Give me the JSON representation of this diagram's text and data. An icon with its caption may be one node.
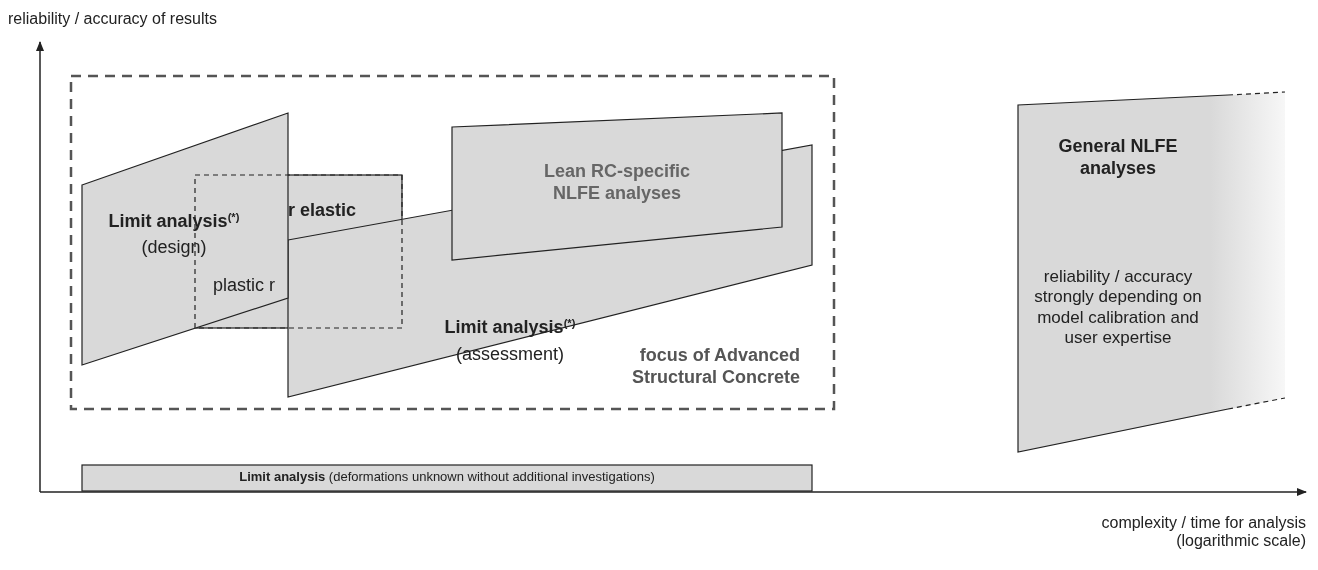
{
  "diagram": {
    "nodes": [
      {
        "text": [
          "focus of Advanced Structural Concrete"
        ]
      },
      {
        "text": [
          "Limit analysis$^{(*)}$",
          "(design)"
        ],
        "in": 0
      },
      {
        "text": [
          "r elastic",
          "plastic r"
        ],
        "in": 0
      },
      {
        "text": [
          "Limit analysis$^{(*)}$",
          "(assessment)"
        ],
        "in": 0
      },
      {
        "text": [
          "Lean RC-specific NLFE analyses"
        ],
        "in": 0
      },
      {
        "text": [
          "General NLFE analyses",
          "reliability / accuracy strongly depending on model calibration and user expertise"
        ]
      },
      {
        "text": [
          "**Limit analysis** (deformations unknown without additional investigations)"
        ]
      }
    ],
    "labels": [
      "reliability / accuracy of results",
      "complexity / time for analysis (logarithmic scale)"
    ]
  }
}
